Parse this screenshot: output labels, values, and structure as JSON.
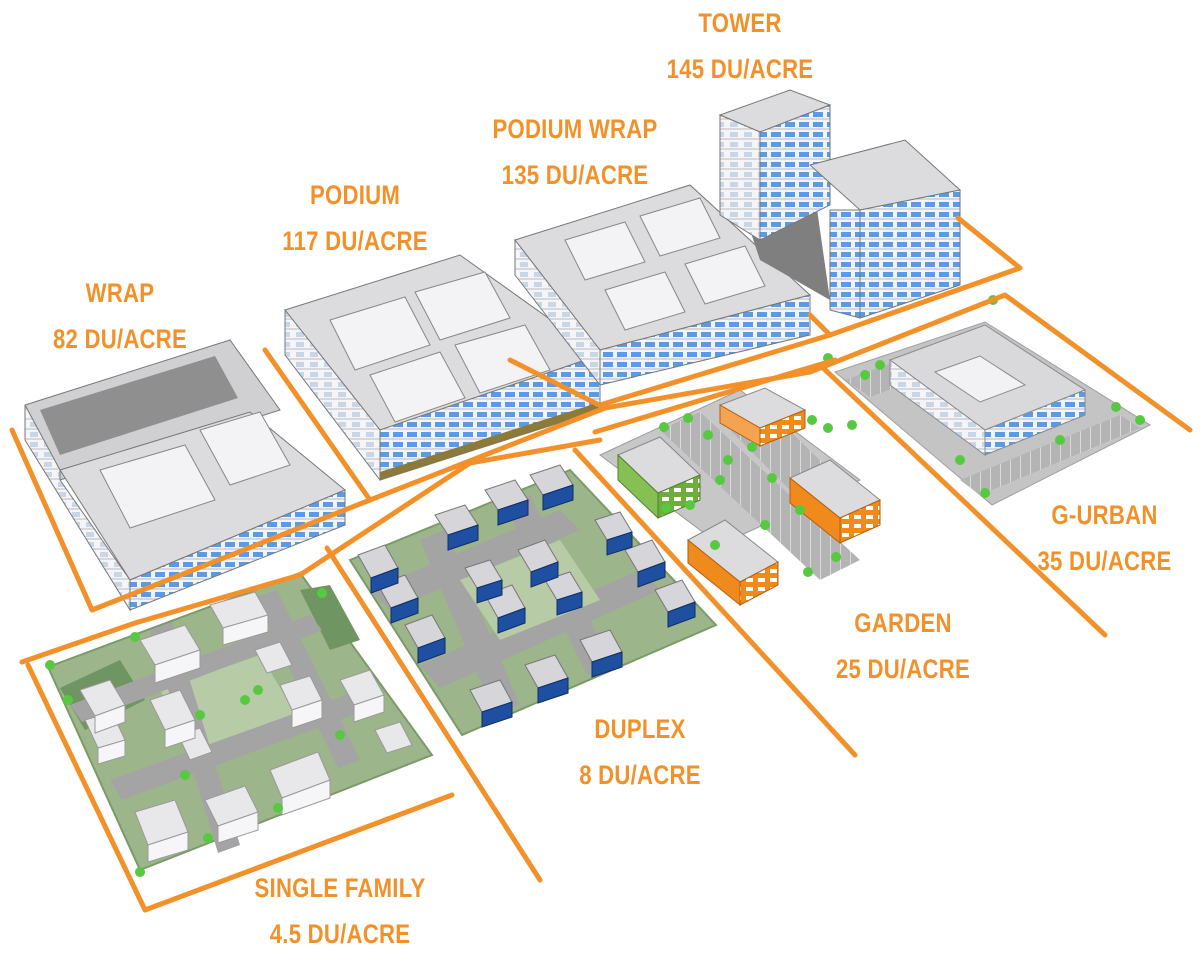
{
  "colors": {
    "accent": "#f2912a",
    "building_top": "#dcdcde",
    "building_wall": "#f4f4f6",
    "window_blue": "#4a8fe0",
    "duplex_blue": "#1e4fa0",
    "garden_orange": "#f08a1c",
    "garden_green": "#6fae3c",
    "lawn": "#9fb88a",
    "road": "#a9a9a9",
    "tree": "#57c940"
  },
  "labels": [
    {
      "id": "tower",
      "name": "TOWER",
      "density": "145 DU/ACRE"
    },
    {
      "id": "podium-wrap",
      "name": "PODIUM WRAP",
      "density": "135 DU/ACRE"
    },
    {
      "id": "podium",
      "name": "PODIUM",
      "density": "117 DU/ACRE"
    },
    {
      "id": "wrap",
      "name": "WRAP",
      "density": "82 DU/ACRE"
    },
    {
      "id": "g-urban",
      "name": "G-URBAN",
      "density": "35 DU/ACRE"
    },
    {
      "id": "garden",
      "name": "GARDEN",
      "density": "25 DU/ACRE"
    },
    {
      "id": "duplex",
      "name": "DUPLEX",
      "density": "8 DU/ACRE"
    },
    {
      "id": "single-family",
      "name": "SINGLE FAMILY",
      "density": "4.5 DU/ACRE"
    }
  ]
}
